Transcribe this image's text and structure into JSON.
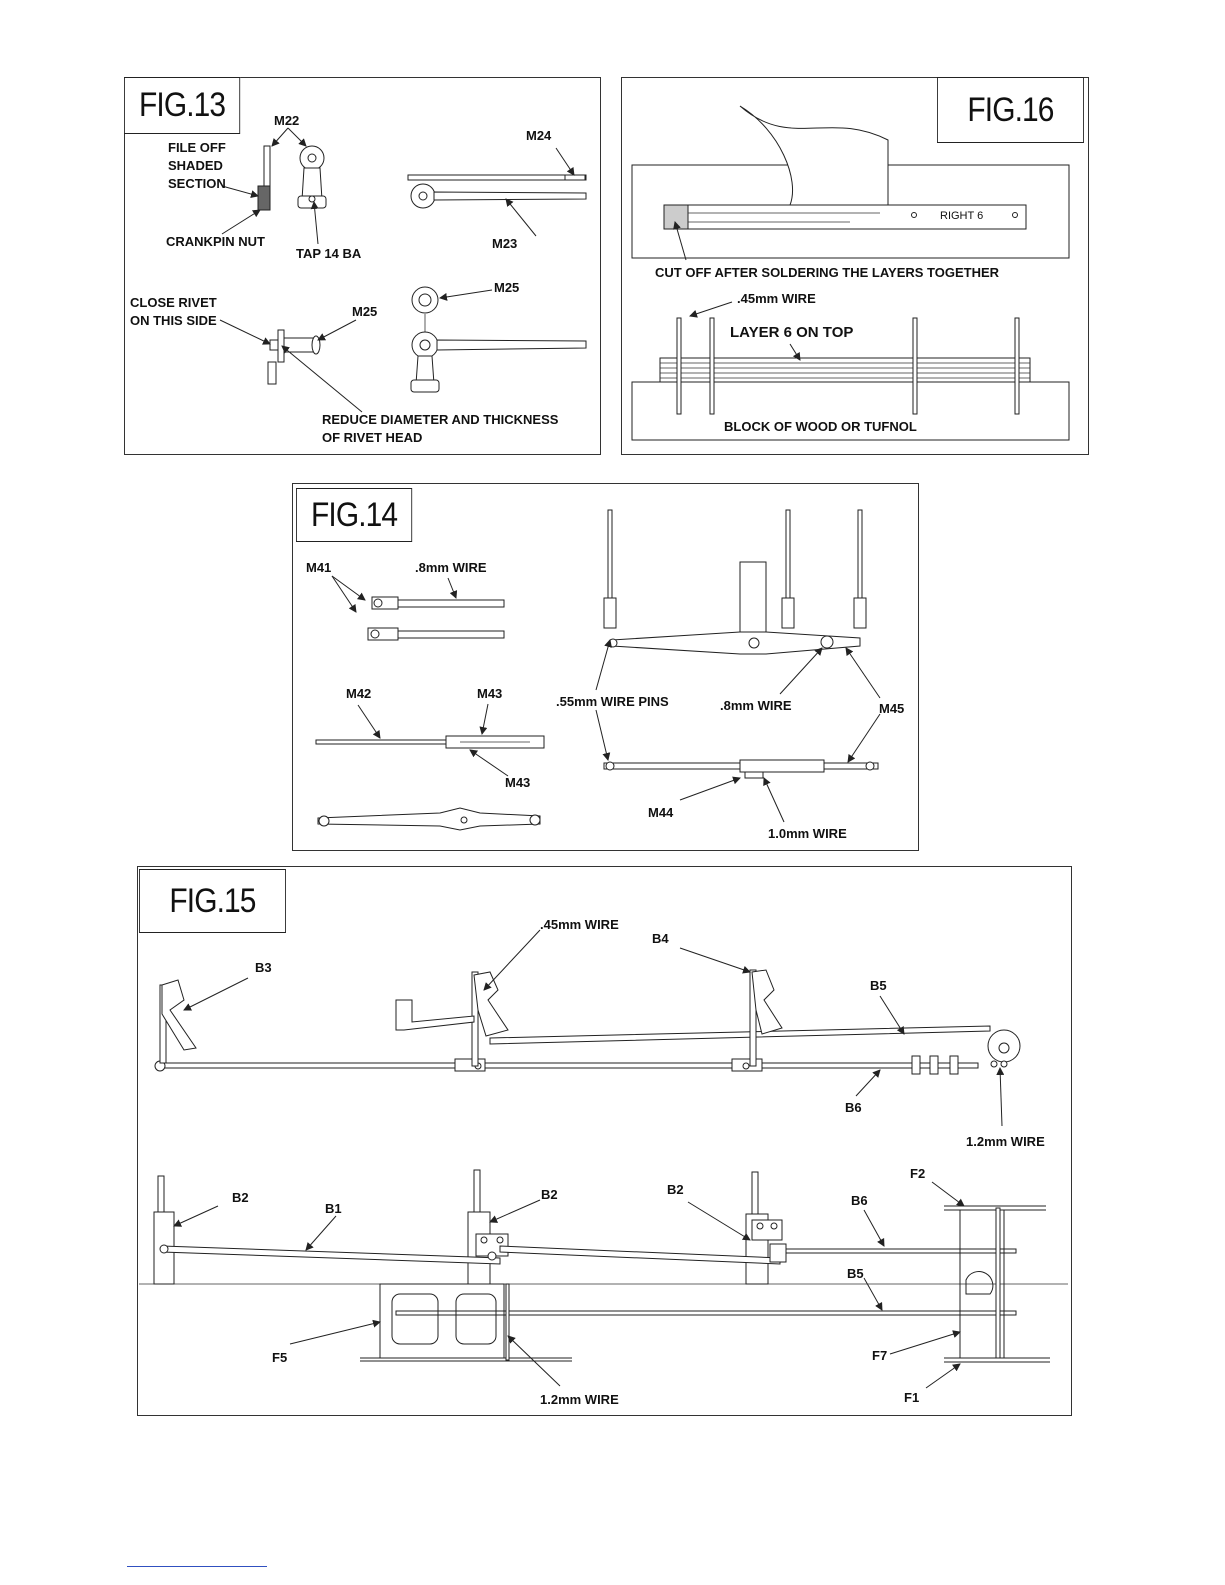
{
  "fig13": {
    "title": "FIG.13",
    "labels": {
      "m22": "M22",
      "file_off": "FILE OFF",
      "shaded": "SHADED",
      "section": "SECTION",
      "crankpin_nut": "CRANKPIN NUT",
      "tap": "TAP 14 BA",
      "m24": "M24",
      "m23": "M23",
      "close_rivet": "CLOSE RIVET",
      "on_this_side": "ON THIS SIDE",
      "m25_left": "M25",
      "m25_right": "M25",
      "reduce": "REDUCE DIAMETER AND THICKNESS",
      "of_rivet_head": "OF RIVET HEAD"
    }
  },
  "fig16": {
    "title": "FIG.16",
    "labels": {
      "right6": "RIGHT 6",
      "cut_off": "CUT OFF AFTER SOLDERING THE LAYERS TOGETHER",
      "wire45": ".45mm WIRE",
      "layer6": "LAYER 6 ON TOP",
      "block": "BLOCK OF WOOD OR TUFNOL"
    }
  },
  "fig14": {
    "title": "FIG.14",
    "labels": {
      "m41": "M41",
      "wire8_top": ".8mm WIRE",
      "m42": "M42",
      "m43_top": "M43",
      "m43_bottom": "M43",
      "pins": ".55mm WIRE PINS",
      "wire8_mid": ".8mm WIRE",
      "m45": "M45",
      "m44": "M44",
      "wire10": "1.0mm WIRE"
    }
  },
  "fig15": {
    "title": "FIG.15",
    "labels": {
      "wire45": ".45mm WIRE",
      "b4": "B4",
      "b3": "B3",
      "b5_top": "B5",
      "b6_top": "B6",
      "wire12_right": "1.2mm WIRE",
      "f2": "F2",
      "b2_left": "B2",
      "b1": "B1",
      "b2_mid": "B2",
      "b2_right": "B2",
      "b6_low": "B6",
      "b5_low": "B5",
      "f5": "F5",
      "f7": "F7",
      "f1": "F1",
      "wire12_bottom": "1.2mm WIRE"
    }
  }
}
